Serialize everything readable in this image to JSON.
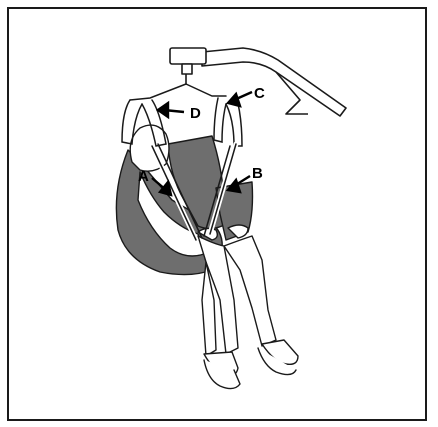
{
  "diagram": {
    "callouts": [
      {
        "id": "A",
        "label": "A"
      },
      {
        "id": "B",
        "label": "B"
      },
      {
        "id": "C",
        "label": "C"
      },
      {
        "id": "D",
        "label": "D"
      }
    ],
    "colors": {
      "sling": "#6e6e6e",
      "outline": "#1a1a1a",
      "background": "#ffffff"
    }
  }
}
